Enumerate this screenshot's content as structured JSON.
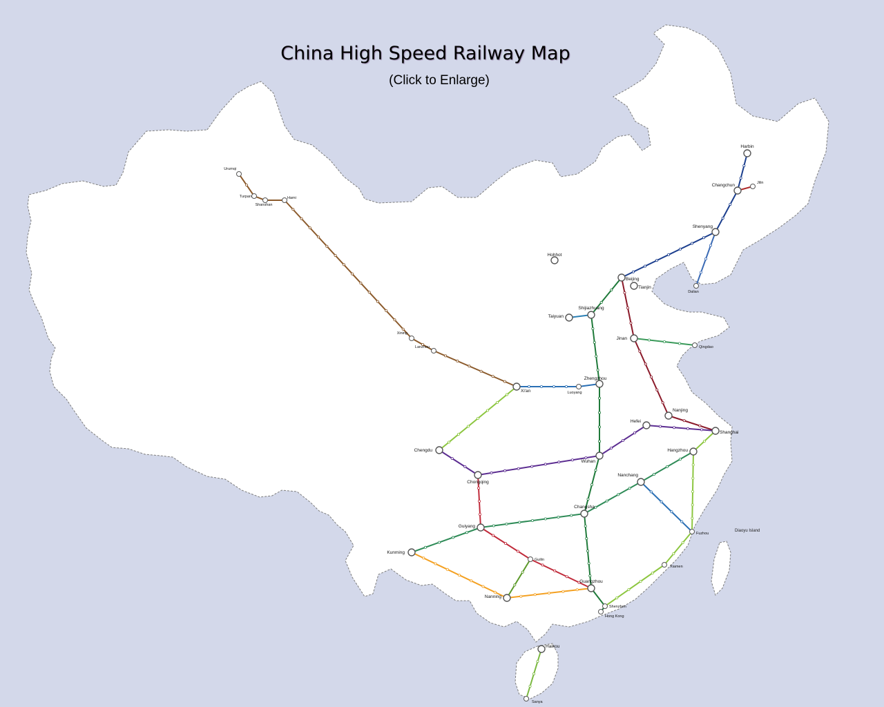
{
  "header": {
    "title": "China High Speed Railway Map",
    "subtitle": "(Click to Enlarge)"
  },
  "colors": {
    "background": "#d3d8ea",
    "land": "#ffffff",
    "border": "#7c7c7c",
    "station": "#555555"
  },
  "cities": [
    {
      "name": "Urumqi",
      "major": false
    },
    {
      "name": "Turpan",
      "major": false
    },
    {
      "name": "Shanshan",
      "major": false
    },
    {
      "name": "Hami",
      "major": false
    },
    {
      "name": "Xining",
      "major": false
    },
    {
      "name": "Lanzhou",
      "major": false
    },
    {
      "name": "Xi'an",
      "major": true
    },
    {
      "name": "Hohhot",
      "major": true
    },
    {
      "name": "Harbin",
      "major": true
    },
    {
      "name": "Changchun",
      "major": true
    },
    {
      "name": "Jilin",
      "major": false
    },
    {
      "name": "Shenyang",
      "major": true
    },
    {
      "name": "Dalian",
      "major": false
    },
    {
      "name": "Beijing",
      "major": true
    },
    {
      "name": "Tianjin",
      "major": true
    },
    {
      "name": "Shijiazhuang",
      "major": true
    },
    {
      "name": "Taiyuan",
      "major": true
    },
    {
      "name": "Jinan",
      "major": true
    },
    {
      "name": "Qingdao",
      "major": false
    },
    {
      "name": "Zhengzhou",
      "major": true
    },
    {
      "name": "Luoyang",
      "major": false
    },
    {
      "name": "Hefei",
      "major": true
    },
    {
      "name": "Nanjing",
      "major": true
    },
    {
      "name": "Shanghai",
      "major": true
    },
    {
      "name": "Hangzhou",
      "major": true
    },
    {
      "name": "Wuhan",
      "major": true
    },
    {
      "name": "Chengdu",
      "major": true
    },
    {
      "name": "Chongqing",
      "major": true
    },
    {
      "name": "Changsha",
      "major": true
    },
    {
      "name": "Nanchang",
      "major": true
    },
    {
      "name": "Fuzhou",
      "major": false
    },
    {
      "name": "Xiamen",
      "major": false
    },
    {
      "name": "Guiyang",
      "major": true
    },
    {
      "name": "Kunming",
      "major": true
    },
    {
      "name": "Guilin",
      "major": false
    },
    {
      "name": "Nanning",
      "major": true
    },
    {
      "name": "Guangzhou",
      "major": true
    },
    {
      "name": "Shenzhen",
      "major": false
    },
    {
      "name": "Hong Kong",
      "major": false
    },
    {
      "name": "Haikou",
      "major": true
    },
    {
      "name": "Sanya",
      "major": false
    }
  ],
  "annotations": {
    "diaoyu": "Diaoyu Island"
  },
  "lines": [
    {
      "color": "#8b5a2b",
      "stops": [
        "Urumqi",
        "Turpan",
        "Shanshan",
        "Hami",
        "Xining",
        "Lanzhou",
        "Xi'an"
      ]
    },
    {
      "color": "#8b1a2a",
      "stops": [
        "Beijing",
        "Jinan",
        "Nanjing",
        "Shanghai"
      ]
    },
    {
      "color": "#1f7a3a",
      "stops": [
        "Beijing",
        "Shijiazhuang",
        "Zhengzhou",
        "Wuhan",
        "Changsha",
        "Guangzhou",
        "Shenzhen",
        "Hong Kong"
      ]
    },
    {
      "color": "#1c3f8e",
      "stops": [
        "Harbin",
        "Changchun",
        "Shenyang",
        "Beijing"
      ]
    },
    {
      "color": "#2a6fb4",
      "stops": [
        "Xi'an",
        "Luoyang",
        "Zhengzhou"
      ]
    },
    {
      "color": "#5c2d91",
      "stops": [
        "Shanghai",
        "Hefei",
        "Wuhan",
        "Chongqing",
        "Chengdu"
      ]
    },
    {
      "color": "#c02a3a",
      "stops": [
        "Chongqing",
        "Guiyang",
        "Guilin",
        "Guangzhou"
      ]
    },
    {
      "color": "#f4a020",
      "stops": [
        "Kunming",
        "Nanning",
        "Guangzhou"
      ]
    },
    {
      "color": "#8cc63f",
      "stops": [
        "Shanghai",
        "Hangzhou",
        "Fuzhou",
        "Xiamen",
        "Shenzhen"
      ]
    },
    {
      "color": "#2e8b57",
      "stops": [
        "Kunming",
        "Guiyang",
        "Changsha",
        "Nanchang",
        "Hangzhou"
      ]
    },
    {
      "color": "#2a7fb4",
      "stops": [
        "Shijiazhuang",
        "Taiyuan"
      ]
    },
    {
      "color": "#3a9a5a",
      "stops": [
        "Jinan",
        "Qingdao"
      ]
    },
    {
      "color": "#2a6fb4",
      "stops": [
        "Nanchang",
        "Fuzhou"
      ]
    },
    {
      "color": "#7ab840",
      "stops": [
        "Haikou",
        "Sanya"
      ]
    },
    {
      "color": "#b02a2a",
      "stops": [
        "Changchun",
        "Jilin"
      ]
    },
    {
      "color": "#3a6ab4",
      "stops": [
        "Shenyang",
        "Dalian"
      ]
    },
    {
      "color": "#c02a3a",
      "stops": [
        "Hohhot"
      ]
    },
    {
      "color": "#8cc63f",
      "stops": [
        "Xi'an",
        "Chengdu"
      ]
    },
    {
      "color": "#5c9a2a",
      "stops": [
        "Guilin",
        "Nanning"
      ]
    }
  ]
}
